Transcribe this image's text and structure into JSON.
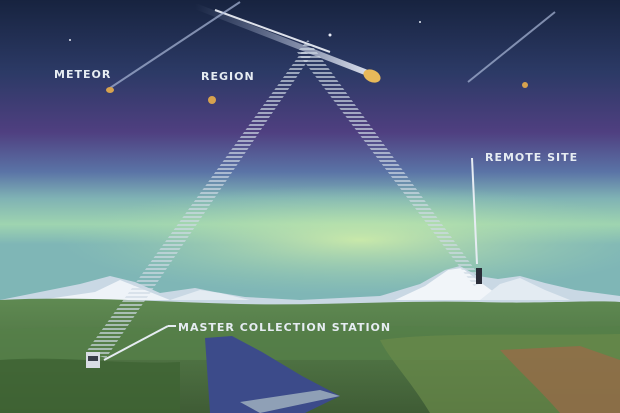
{
  "labels": {
    "meteor": "METEOR",
    "region": "REGION",
    "remote_site": "REMOTE SITE",
    "master_station": "MASTER COLLECTION STATION"
  },
  "colors": {
    "label_text": "#e6ecf2",
    "sky_top": "#17233f",
    "sky_mid": "#4f3f80",
    "horizon_glow": "#9ed4b0",
    "ground": "#4f7a46",
    "beam": "#cfd9e4"
  }
}
